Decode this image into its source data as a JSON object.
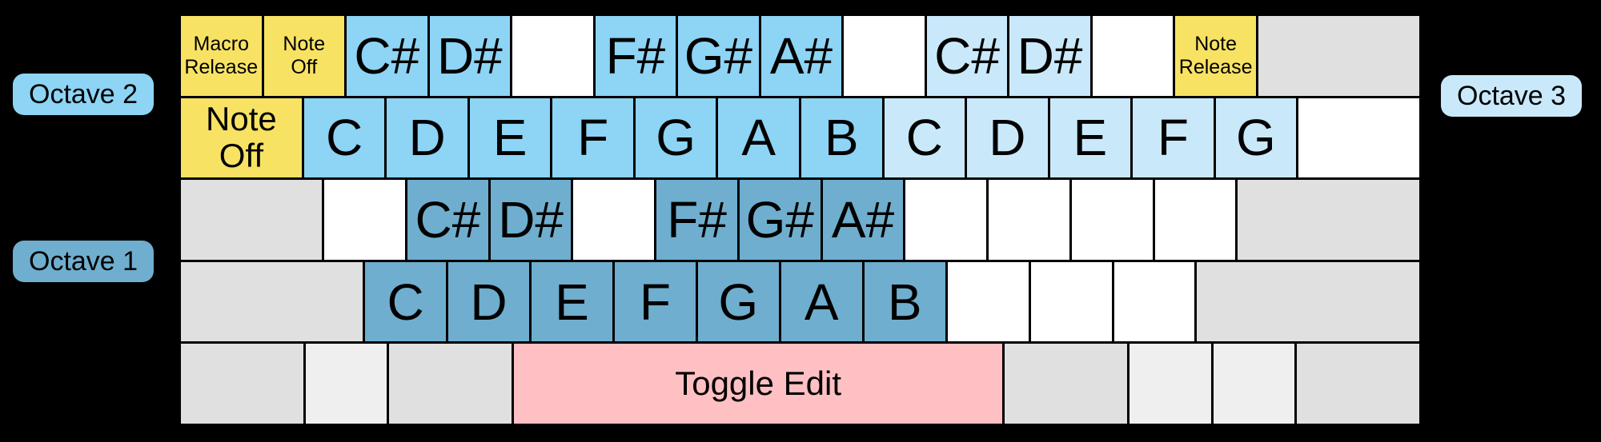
{
  "colors": {
    "background": "#000000",
    "octave1": "#6FAECE",
    "octave2": "#8DD4F5",
    "octave3": "#C9E9FB",
    "yellow": "#F8E263",
    "pink": "#FFC0C3",
    "gray": "#E0E0E0",
    "light_gray": "#EFEFEF",
    "white": "#FFFFFF",
    "key_border": "#000000",
    "text": "#000000"
  },
  "legend": {
    "octave2_label": "Octave 2",
    "octave1_label": "Octave 1",
    "octave3_label": "Octave 3"
  },
  "keyboard": {
    "rows": [
      {
        "keys": [
          {
            "label": "Macro\nRelease",
            "w": 1,
            "color": "yellow",
            "size": "small"
          },
          {
            "label": "Note\nOff",
            "w": 1,
            "color": "yellow",
            "size": "small"
          },
          {
            "label": "C#",
            "w": 1,
            "color": "octave2",
            "size": "note"
          },
          {
            "label": "D#",
            "w": 1,
            "color": "octave2",
            "size": "note"
          },
          {
            "label": "",
            "w": 1,
            "color": "white"
          },
          {
            "label": "F#",
            "w": 1,
            "color": "octave2",
            "size": "note"
          },
          {
            "label": "G#",
            "w": 1,
            "color": "octave2",
            "size": "note"
          },
          {
            "label": "A#",
            "w": 1,
            "color": "octave2",
            "size": "note"
          },
          {
            "label": "",
            "w": 1,
            "color": "white"
          },
          {
            "label": "C#",
            "w": 1,
            "color": "octave3",
            "size": "note"
          },
          {
            "label": "D#",
            "w": 1,
            "color": "octave3",
            "size": "note"
          },
          {
            "label": "",
            "w": 1,
            "color": "white"
          },
          {
            "label": "Note\nRelease",
            "w": 1,
            "color": "yellow",
            "size": "small"
          },
          {
            "label": "",
            "w": 2,
            "color": "gray"
          }
        ]
      },
      {
        "keys": [
          {
            "label": "Note\nOff",
            "w": 1.5,
            "color": "yellow",
            "size": "medium"
          },
          {
            "label": "C",
            "w": 1,
            "color": "octave2",
            "size": "note"
          },
          {
            "label": "D",
            "w": 1,
            "color": "octave2",
            "size": "note"
          },
          {
            "label": "E",
            "w": 1,
            "color": "octave2",
            "size": "note"
          },
          {
            "label": "F",
            "w": 1,
            "color": "octave2",
            "size": "note"
          },
          {
            "label": "G",
            "w": 1,
            "color": "octave2",
            "size": "note"
          },
          {
            "label": "A",
            "w": 1,
            "color": "octave2",
            "size": "note"
          },
          {
            "label": "B",
            "w": 1,
            "color": "octave2",
            "size": "note"
          },
          {
            "label": "C",
            "w": 1,
            "color": "octave3",
            "size": "note"
          },
          {
            "label": "D",
            "w": 1,
            "color": "octave3",
            "size": "note"
          },
          {
            "label": "E",
            "w": 1,
            "color": "octave3",
            "size": "note"
          },
          {
            "label": "F",
            "w": 1,
            "color": "octave3",
            "size": "note"
          },
          {
            "label": "G",
            "w": 1,
            "color": "octave3",
            "size": "note"
          },
          {
            "label": "",
            "w": 1.5,
            "color": "white"
          }
        ]
      },
      {
        "keys": [
          {
            "label": "",
            "w": 1.75,
            "color": "gray"
          },
          {
            "label": "",
            "w": 1,
            "color": "white"
          },
          {
            "label": "C#",
            "w": 1,
            "color": "octave1",
            "size": "note"
          },
          {
            "label": "D#",
            "w": 1,
            "color": "octave1",
            "size": "note"
          },
          {
            "label": "",
            "w": 1,
            "color": "white"
          },
          {
            "label": "F#",
            "w": 1,
            "color": "octave1",
            "size": "note"
          },
          {
            "label": "G#",
            "w": 1,
            "color": "octave1",
            "size": "note"
          },
          {
            "label": "A#",
            "w": 1,
            "color": "octave1",
            "size": "note"
          },
          {
            "label": "",
            "w": 1,
            "color": "white"
          },
          {
            "label": "",
            "w": 1,
            "color": "white"
          },
          {
            "label": "",
            "w": 1,
            "color": "white"
          },
          {
            "label": "",
            "w": 1,
            "color": "white"
          },
          {
            "label": "",
            "w": 2.25,
            "color": "gray"
          }
        ]
      },
      {
        "keys": [
          {
            "label": "",
            "w": 2.25,
            "color": "gray"
          },
          {
            "label": "C",
            "w": 1,
            "color": "octave1",
            "size": "note"
          },
          {
            "label": "D",
            "w": 1,
            "color": "octave1",
            "size": "note"
          },
          {
            "label": "E",
            "w": 1,
            "color": "octave1",
            "size": "note"
          },
          {
            "label": "F",
            "w": 1,
            "color": "octave1",
            "size": "note"
          },
          {
            "label": "G",
            "w": 1,
            "color": "octave1",
            "size": "note"
          },
          {
            "label": "A",
            "w": 1,
            "color": "octave1",
            "size": "note"
          },
          {
            "label": "B",
            "w": 1,
            "color": "octave1",
            "size": "note"
          },
          {
            "label": "",
            "w": 1,
            "color": "white"
          },
          {
            "label": "",
            "w": 1,
            "color": "white"
          },
          {
            "label": "",
            "w": 1,
            "color": "white"
          },
          {
            "label": "",
            "w": 2.75,
            "color": "gray"
          }
        ]
      },
      {
        "keys": [
          {
            "label": "",
            "w": 1.5,
            "color": "gray"
          },
          {
            "label": "",
            "w": 1,
            "color": "light_gray"
          },
          {
            "label": "",
            "w": 1.5,
            "color": "gray"
          },
          {
            "label": "Toggle Edit",
            "w": 6,
            "color": "pink",
            "size": "large"
          },
          {
            "label": "",
            "w": 1.5,
            "color": "gray"
          },
          {
            "label": "",
            "w": 1,
            "color": "light_gray"
          },
          {
            "label": "",
            "w": 1,
            "color": "light_gray"
          },
          {
            "label": "",
            "w": 1.5,
            "color": "gray"
          }
        ]
      }
    ]
  }
}
